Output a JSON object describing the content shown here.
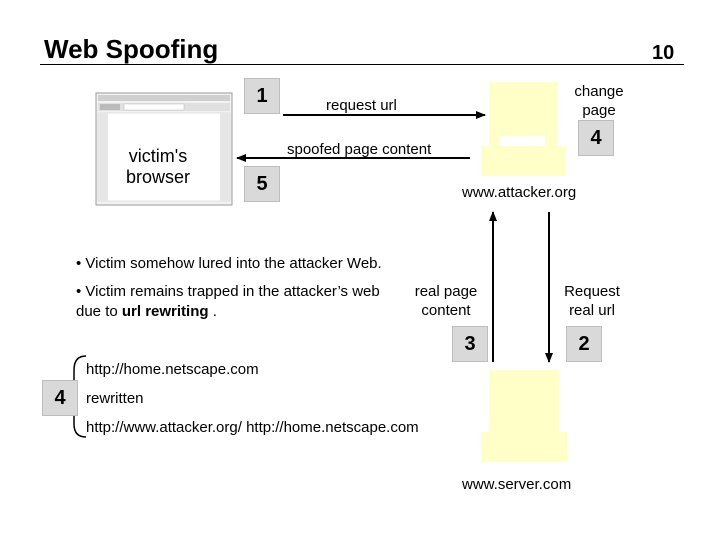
{
  "header": {
    "title": "Web Spoofing",
    "page_number": "10"
  },
  "browser": {
    "label_line1": "victim's",
    "label_line2": "browser"
  },
  "steps": {
    "s1": "1",
    "s2": "2",
    "s3": "3",
    "s4": "4",
    "s5": "5",
    "s4b": "4"
  },
  "labels": {
    "request_url": "request url",
    "spoofed_content": "spoofed page content",
    "change_page_line1": "change",
    "change_page_line2": "page",
    "attacker": "www.attacker.org",
    "real_page_line1": "real page",
    "real_page_line2": "content",
    "request_real_line1": "Request",
    "request_real_line2": "real url",
    "server": "www.server.com"
  },
  "bullets": {
    "b1": "• Victim somehow lured into the attacker Web.",
    "b2_line1": "• Victim remains trapped in the attacker’s web",
    "b2_line2_prefix": "due to ",
    "b2_line2_bold": "url rewriting",
    "b2_line2_suffix": " ."
  },
  "rewrite": {
    "original": "http://home.netscape.com",
    "word": "rewritten",
    "rewritten": "http://www.attacker.org/ http://home.netscape.com"
  },
  "colors": {
    "computer": "#ffffc8",
    "badge": "#d9d9d9",
    "ink": "#000000"
  },
  "icons": {
    "arrow": "arrow-icon",
    "computer": "computer-icon",
    "brace": "brace-icon"
  }
}
